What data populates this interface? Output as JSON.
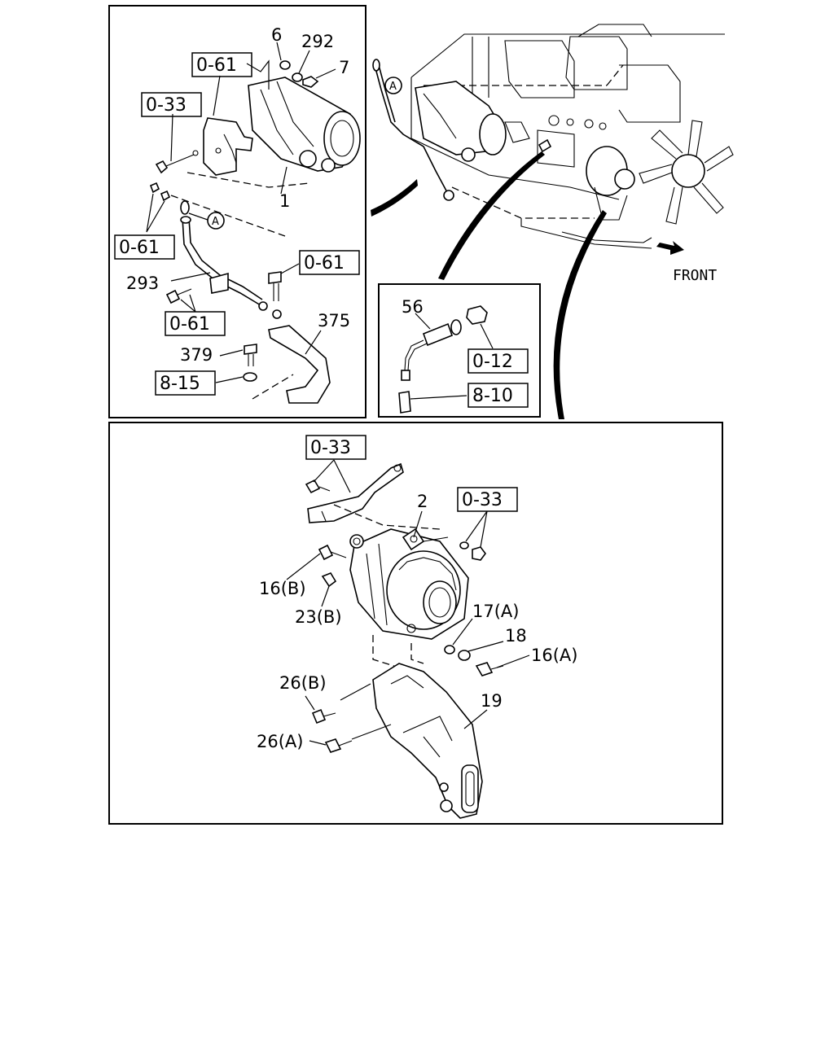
{
  "diagram": {
    "starter_panel": {
      "part_labels": {
        "p6": "6",
        "p292": "292",
        "p7": "7",
        "p1": "1",
        "p293": "293",
        "p375": "375",
        "p379": "379"
      },
      "ref_labels": {
        "r061_top": "0-61",
        "r033": "0-33",
        "r061_left": "0-61",
        "r061_bolt": "0-61",
        "r061_bottom": "0-61",
        "r815": "8-15"
      },
      "circle_label": "A"
    },
    "engine_overview": {
      "circle_label": "A",
      "front_label": "FRONT"
    },
    "sensor_panel": {
      "part_labels": {
        "p56": "56"
      },
      "ref_labels": {
        "r012": "0-12",
        "r810": "8-10"
      }
    },
    "alternator_panel": {
      "part_labels": {
        "p2": "2",
        "p16b": "16(B)",
        "p23b": "23(B)",
        "p17a": "17(A)",
        "p18": "18",
        "p16a": "16(A)",
        "p26b": "26(B)",
        "p19": "19",
        "p26a": "26(A)"
      },
      "ref_labels": {
        "r033_top": "0-33",
        "r033_right": "0-33"
      }
    }
  }
}
